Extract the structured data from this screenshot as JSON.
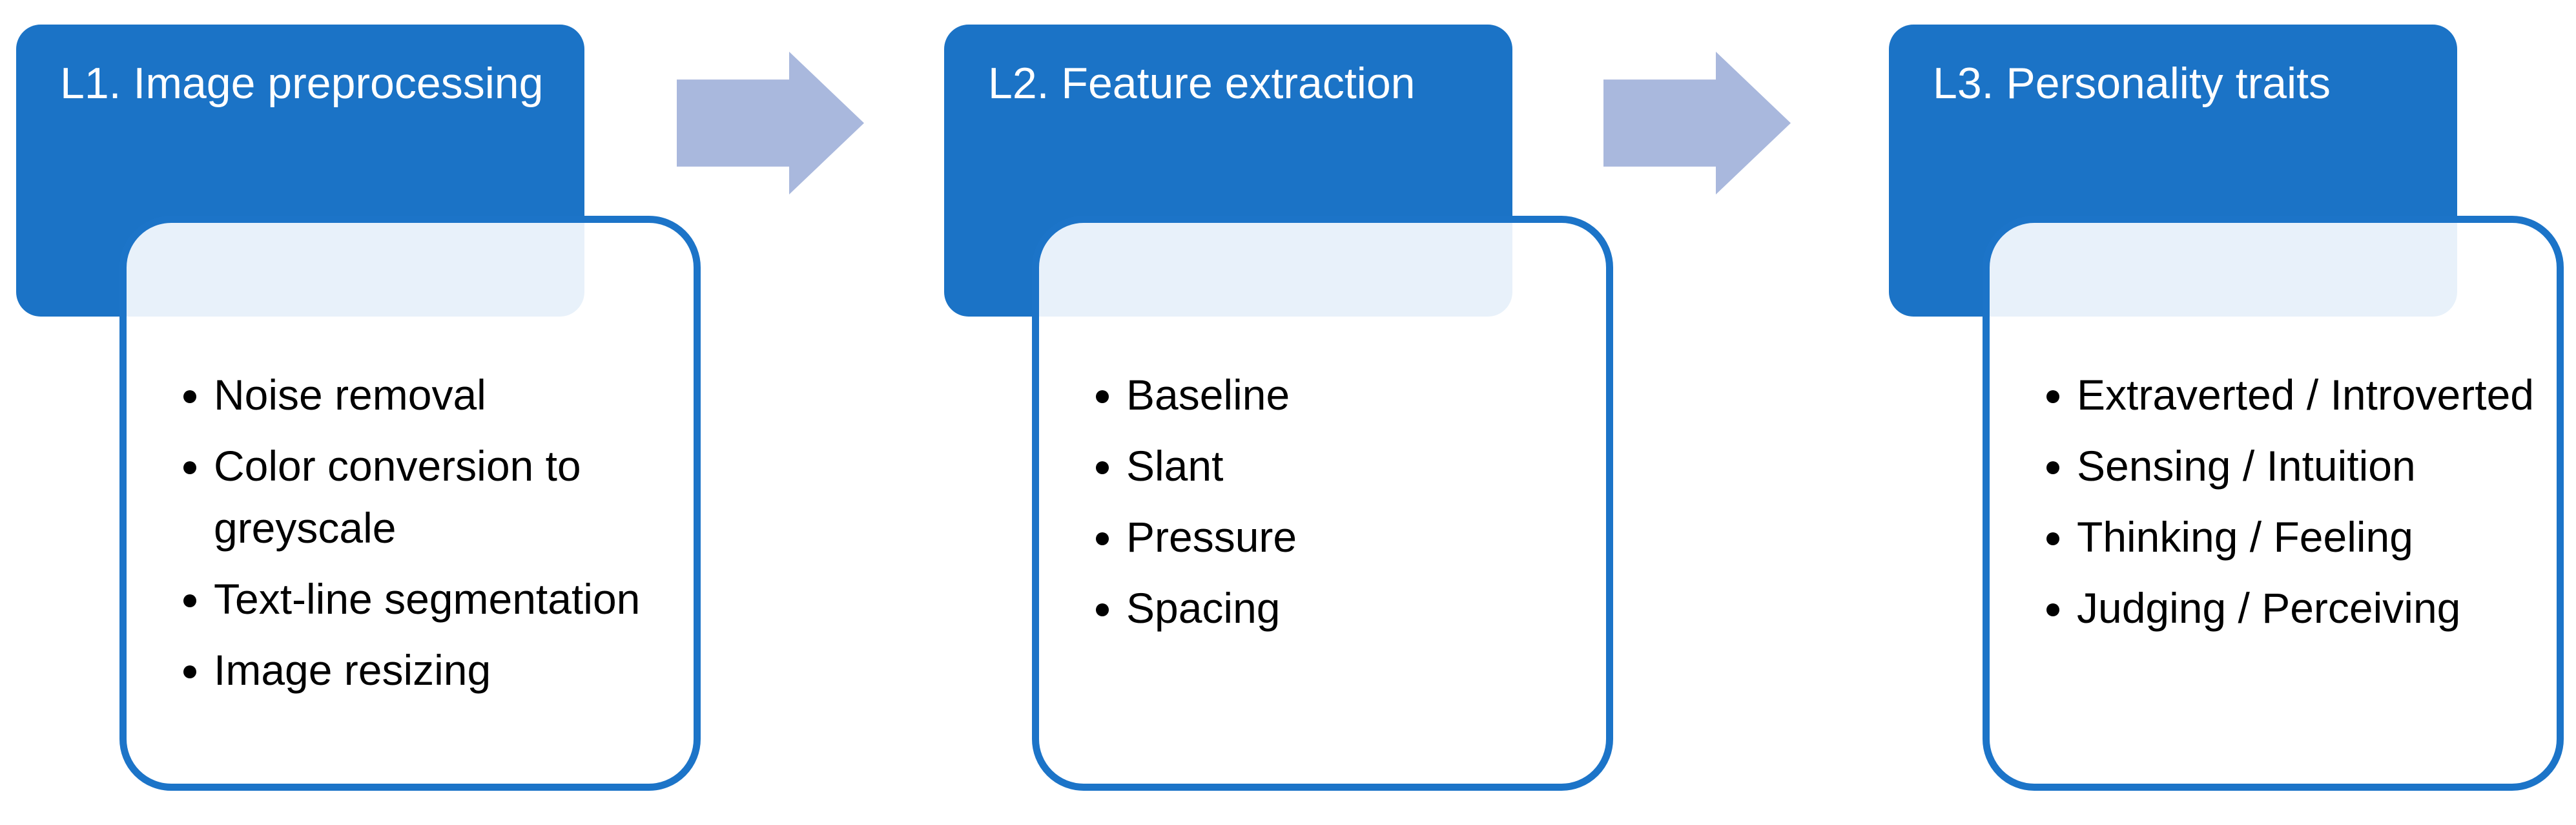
{
  "figure": {
    "background": "#FFFFFF",
    "steps": [
      {
        "title": "L1. Image preprocessing",
        "items": [
          "Noise removal",
          "Color conversion to greyscale",
          "Text-line segmentation",
          "Image resizing"
        ]
      },
      {
        "title": "L2. Feature extraction",
        "items": [
          "Baseline",
          "Slant",
          "Pressure",
          "Spacing"
        ]
      },
      {
        "title": "L3. Personality traits",
        "items": [
          "Extraverted / Introverted",
          "Sensing / Intuition",
          "Thinking / Feeling",
          "Judging / Perceiving"
        ]
      }
    ],
    "arrows": [
      {
        "name": "arrow-1",
        "direction": "right"
      },
      {
        "name": "arrow-2",
        "direction": "right"
      }
    ],
    "colors": {
      "title_box_fill": "#1B73C6",
      "card_border": "#1C74C8",
      "band_tint": "#E8F1F9",
      "arrow_fill": "#A9B8DD",
      "title_text": "#FFFFFF",
      "body_text": "#000000"
    }
  }
}
